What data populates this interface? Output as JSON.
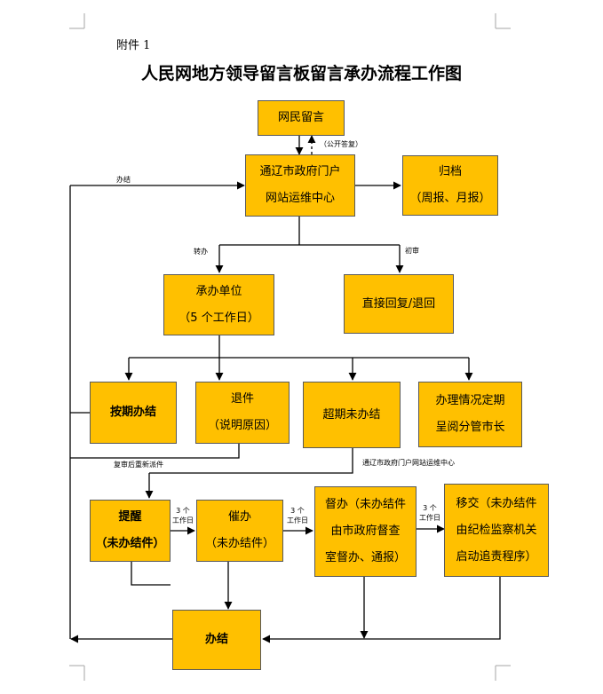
{
  "attachment": "附件 1",
  "title": "人民网地方领导留言板留言承办流程工作图",
  "nodes": {
    "netizen": [
      "网民留言"
    ],
    "ops_center": [
      "通辽市政府门户",
      "网站运维中心"
    ],
    "archive": [
      "归档",
      "（周报、月报）"
    ],
    "handling_unit": [
      "承办单位",
      "（5 个工作日）"
    ],
    "direct_reply": [
      "直接回复/退回"
    ],
    "on_time": [
      "按期办结"
    ],
    "return": [
      "退件",
      "（说明原因）"
    ],
    "overdue": [
      "超期未办结"
    ],
    "report_mayor": [
      "办理情况定期",
      "呈阅分管市长"
    ],
    "remind": [
      "提醒",
      "（未办结件）"
    ],
    "urge": [
      "催办",
      "（未办结件）"
    ],
    "supervise": [
      "督办（未办结件",
      "由市政府督查",
      "室督办、通报）"
    ],
    "transfer": [
      "移交（未办结件",
      "由纪检监察机关",
      "启动追责程序）"
    ],
    "done": [
      "办结"
    ]
  },
  "edge_labels": {
    "public_reply": "（公开答复）",
    "completed": "办结",
    "transfer_handle": "转办",
    "first_review": "初审",
    "reassign": "复审后重新派件",
    "ops_center_note": "通辽市政府门户网站运维中心",
    "three_days": [
      "3 个",
      "工作日"
    ]
  }
}
